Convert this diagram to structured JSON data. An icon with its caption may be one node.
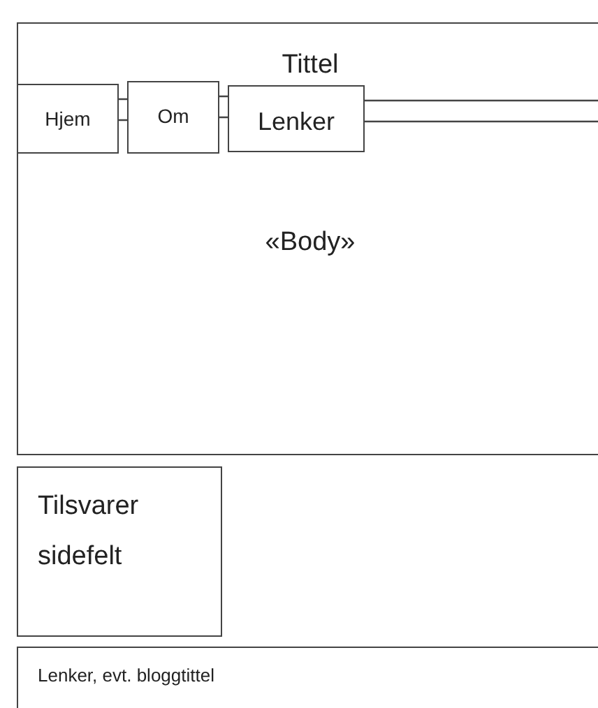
{
  "diagram": {
    "nodes": [
      {
        "text": [
          "Tittel",
          "«Body»"
        ]
      },
      {
        "text": [
          "Hjem"
        ],
        "in": 0
      },
      {
        "text": [
          "Om"
        ],
        "in": 0
      },
      {
        "text": [
          "Lenker"
        ],
        "in": 0
      },
      {
        "text": [
          "Tilsvarer sidefelt"
        ]
      },
      {
        "text": [
          "Lenker, evt. bloggtittel"
        ]
      }
    ],
    "edges": [
      {
        "from": 1,
        "to": 2,
        "arrow": "none"
      },
      {
        "from": 2,
        "to": 3,
        "arrow": "none"
      },
      {
        "from": 3,
        "to": null,
        "arrow": "none"
      }
    ]
  }
}
